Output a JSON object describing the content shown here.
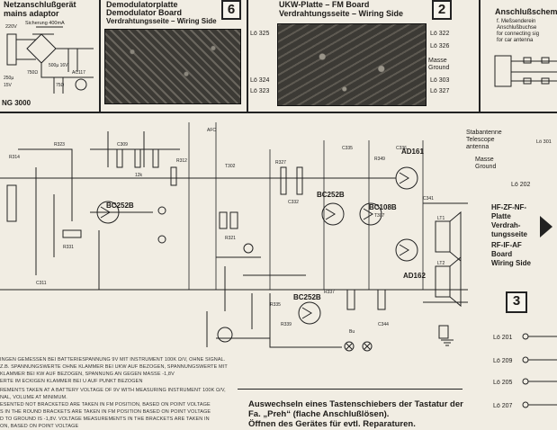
{
  "panels": {
    "adaptor": {
      "title_de": "Netzanschlußgerät",
      "title_en": "mains adaptor",
      "model": "NG 3000",
      "fuse": "Sicherung 400mA",
      "voltage": "220V"
    },
    "demod": {
      "title_de": "Demodulatorplatte",
      "title_en": "Demodulator Board",
      "wiring": "Verdrahtungsseite – Wiring Side",
      "number": "6"
    },
    "ukw": {
      "title_1": "UKW-Platte – FM Board",
      "title_2": "Verdrahtungsseite – Wiring Side",
      "number": "2",
      "left_points": [
        "Lö 325",
        "Lö 324",
        "Lö 323"
      ],
      "right_points": [
        "Lö 322",
        "Lö 326",
        "Masse Ground",
        "Lö 303",
        "Lö 327"
      ]
    },
    "antenna": {
      "title": "Anschlußschema",
      "note_1": "f. Meßsenderein",
      "note_2": "Anschlußbuchse",
      "note_3": "for connecting sig",
      "note_4": "for car antenna"
    }
  },
  "transistors": [
    {
      "type": "BC252B"
    },
    {
      "type": "BC252B"
    },
    {
      "type": "BC108B",
      "ref": "T307"
    },
    {
      "type": "AD161"
    },
    {
      "type": "AD162"
    },
    {
      "type": "BC252B"
    }
  ],
  "right_column": {
    "antenna_de": "Stabantenne",
    "antenna_en": "Telescope antenna",
    "ground": "Masse Ground",
    "lo_points_top": [
      "Lö 301",
      "Lö 202"
    ],
    "board_de_1": "HF-ZF-NF-",
    "board_de_2": "Platte",
    "board_de_3": "Verdrah-",
    "board_de_4": "tungsseite",
    "board_en_1": "RF-IF-AF",
    "board_en_2": "Board",
    "board_en_3": "Wiring Side",
    "board_number": "3",
    "lo_points_bottom": [
      "Lö 201",
      "Lö 209",
      "Lö 205",
      "Lö 207"
    ]
  },
  "measurement_notes": [
    "INGEN GEMESSEN BEI BATTERIESPANNUNG 9V MIT INSTRUMENT 100K Ω/V, OHNE SIGNAL.",
    "Z.B. SPANNUNGSWERTE OHNE KLAMMER BEI UKW AUF BEZOGEN, SPANNUNGSWERTE MIT",
    "KLAMMER BEI KW AUF BEZOGEN, SPANNUNG AN GEGEN MASSE -1,8V",
    "ERTE IM ECKIGEN KLAMMER BEI U AUF PUNKT BEZOGEN",
    "REMENTS TAKEN AT A BATTERY VOLTAGE OF 9V WITH MEASURING INSTRUMENT 100K Ω/V,",
    "NAL, VOLUME AT MINIMUM.",
    "ESENTED NOT BRACKETED ARE TAKEN IN FM POSITION, BASED ON POINT VOLTAGE",
    "S IN THE ROUND BRACKETS ARE TAKEN IN FM POSITION BASED ON POINT VOLTAGE",
    "D TO GROUND IS -1,8V. VOLTAGE MEASUREMENTS IN THE BRACKETS ARE TAKEN IN",
    "ON, BASED ON POINT VOLTAGE"
  ],
  "footer": {
    "line_1": "Auswechseln eines Tastenschiebers der Tastatur der",
    "line_2": "Fa. „Preh“ (flache Anschlußlösen).",
    "line_3": "Öffnen des Gerätes für evtl. Reparaturen."
  }
}
